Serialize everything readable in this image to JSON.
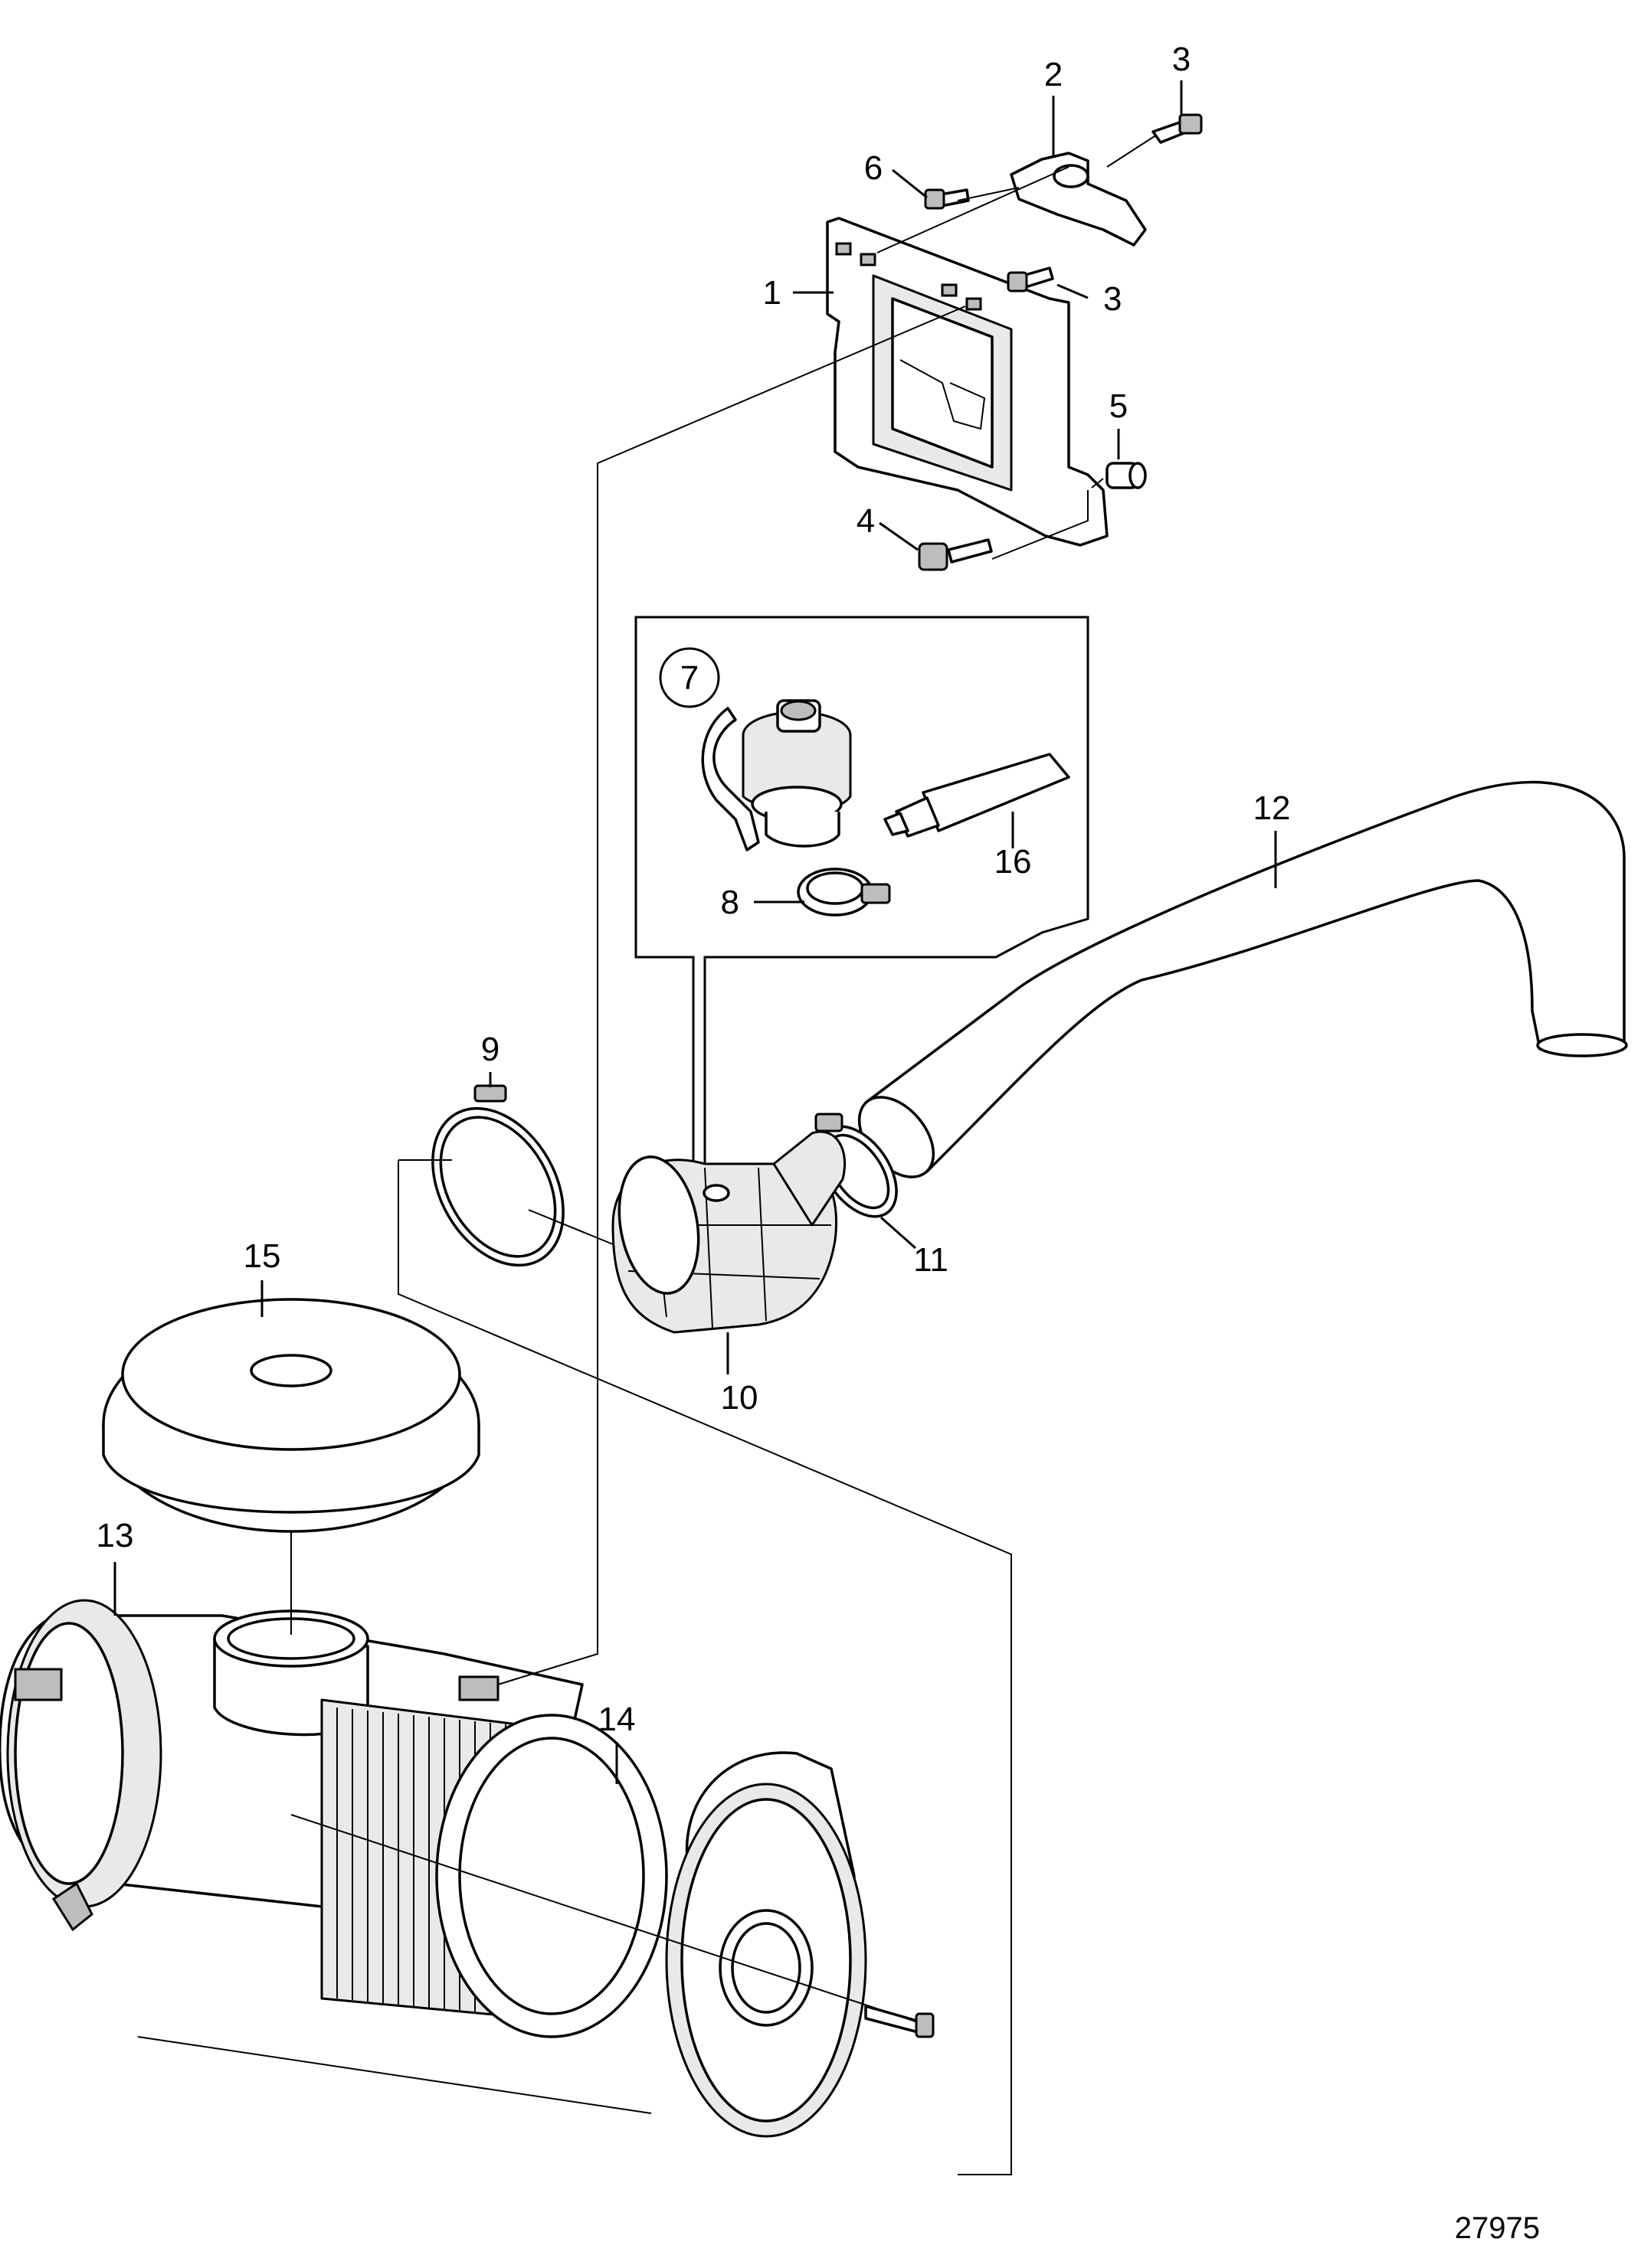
{
  "diagram": {
    "drawing_number": "27975",
    "callouts": [
      {
        "id": "c1",
        "text": "1"
      },
      {
        "id": "c2",
        "text": "2"
      },
      {
        "id": "c3a",
        "text": "3"
      },
      {
        "id": "c3b",
        "text": "3"
      },
      {
        "id": "c4",
        "text": "4"
      },
      {
        "id": "c5",
        "text": "5"
      },
      {
        "id": "c6",
        "text": "6"
      },
      {
        "id": "c7",
        "text": "7"
      },
      {
        "id": "c8",
        "text": "8"
      },
      {
        "id": "c9",
        "text": "9"
      },
      {
        "id": "c10",
        "text": "10"
      },
      {
        "id": "c11",
        "text": "11"
      },
      {
        "id": "c12",
        "text": "12"
      },
      {
        "id": "c13",
        "text": "13"
      },
      {
        "id": "c14",
        "text": "14"
      },
      {
        "id": "c15",
        "text": "15"
      },
      {
        "id": "c16",
        "text": "16"
      }
    ]
  }
}
